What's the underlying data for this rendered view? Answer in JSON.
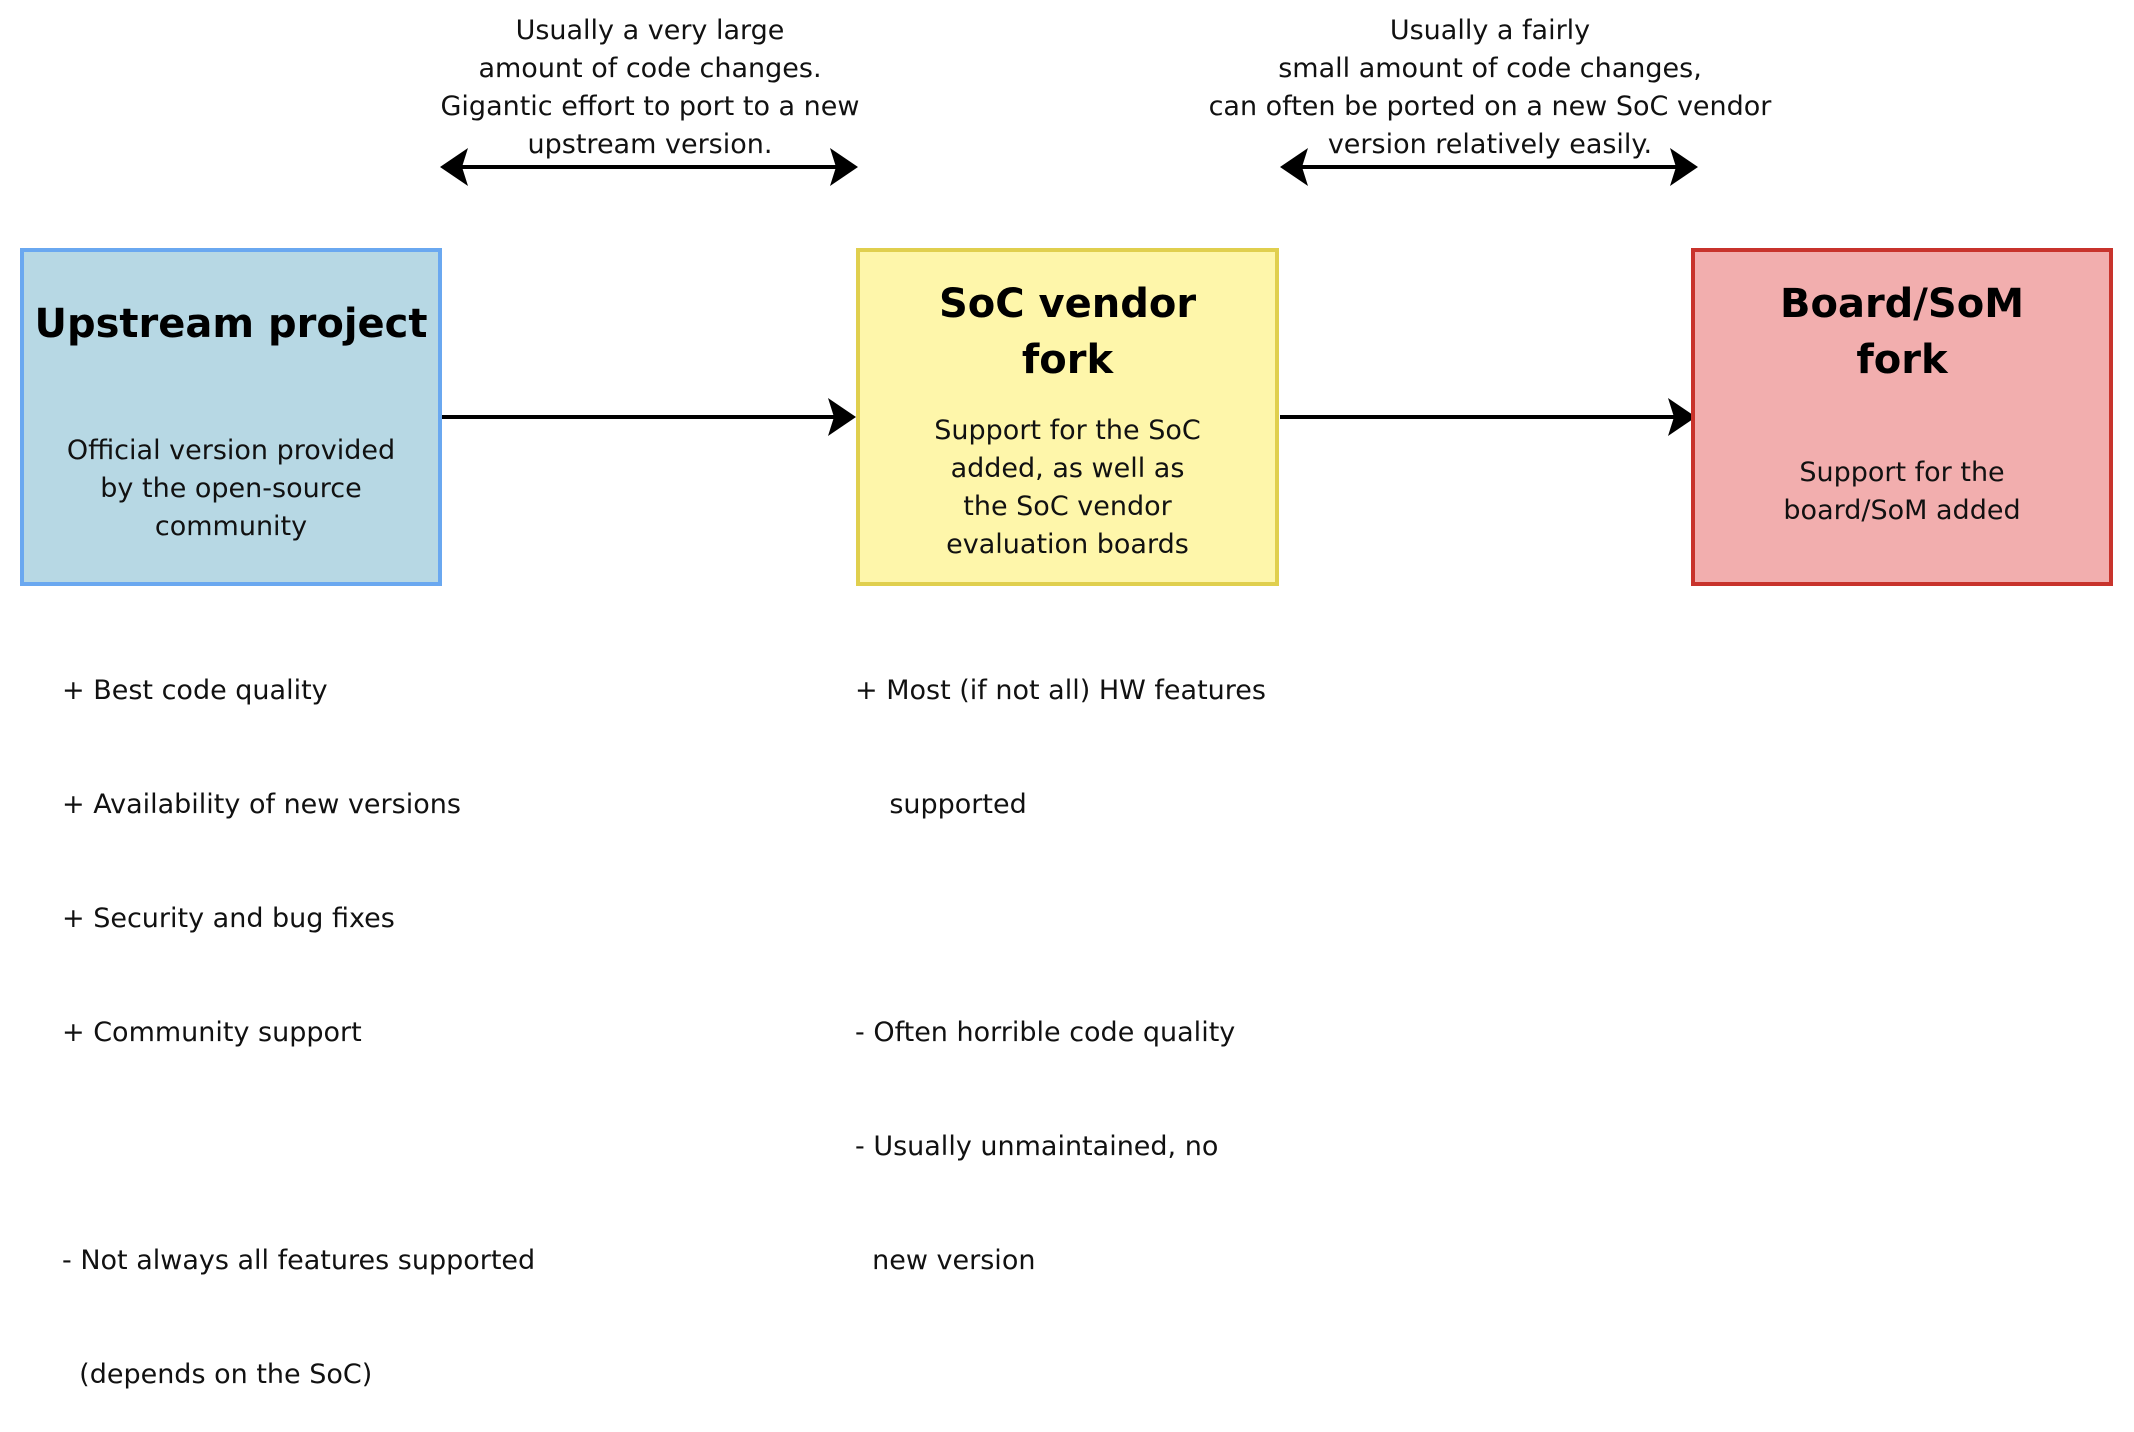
{
  "boxes": {
    "upstream": {
      "title": "Upstream project",
      "description": "Official version provided\nby the open-source\ncommunity",
      "fill": "#b7d8e4",
      "border": "#6aa8f0",
      "pros_cons": [
        "+ Best code quality",
        "+ Availability of new versions",
        "+ Security and bug fixes",
        "+ Community support",
        "",
        "- Not always all features supported",
        "  (depends on the SoC)"
      ]
    },
    "soc": {
      "title": "SoC vendor\nfork",
      "description": "Support for the SoC\nadded, as well as\nthe SoC vendor\nevaluation boards",
      "fill": "#fef6aa",
      "border": "#e0cf4e",
      "pros_cons": [
        "+ Most (if not all) HW features",
        "    supported",
        "",
        "- Often horrible code quality",
        "- Usually unmaintained, no",
        "  new version"
      ]
    },
    "board": {
      "title": "Board/SoM\nfork",
      "description": "Support for the\nboard/SoM added",
      "fill": "#f2aeae",
      "border": "#c8332c"
    }
  },
  "notes": {
    "upstream_to_soc": "Usually a very large\namount of code changes.\nGigantic effort to port to a new\nupstream version.",
    "soc_to_board": "Usually a fairly\nsmall amount of code changes,\ncan often be ported on a new SoC vendor\nversion relatively easily."
  }
}
